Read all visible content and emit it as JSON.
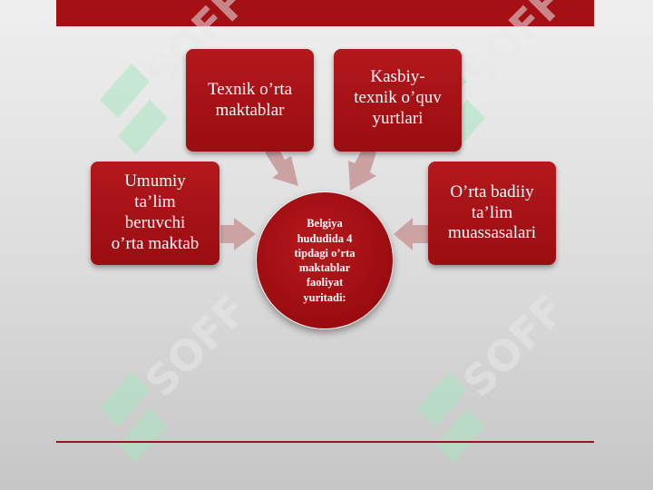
{
  "slide": {
    "center_text": "Belgiya\nhududida 4\ntipdagi o’rta\nmaktablar\nfaoliyat\nyuritadi:",
    "boxes": [
      {
        "text": "Umumiy\nta’lim\nberuvchi\no’rta maktab"
      },
      {
        "text": "Texnik o’rta\nmaktablar"
      },
      {
        "text": "Kasbiy-\ntexnik o’quv\nyurtlari"
      },
      {
        "text": "O’rta badiiy\nta’lim\nmuassasalari"
      }
    ],
    "watermark_text": "SOFF",
    "colors": {
      "accent": "#a30f13",
      "arrow": "#c9a0a0",
      "watermark": "#9fe0b9"
    }
  }
}
